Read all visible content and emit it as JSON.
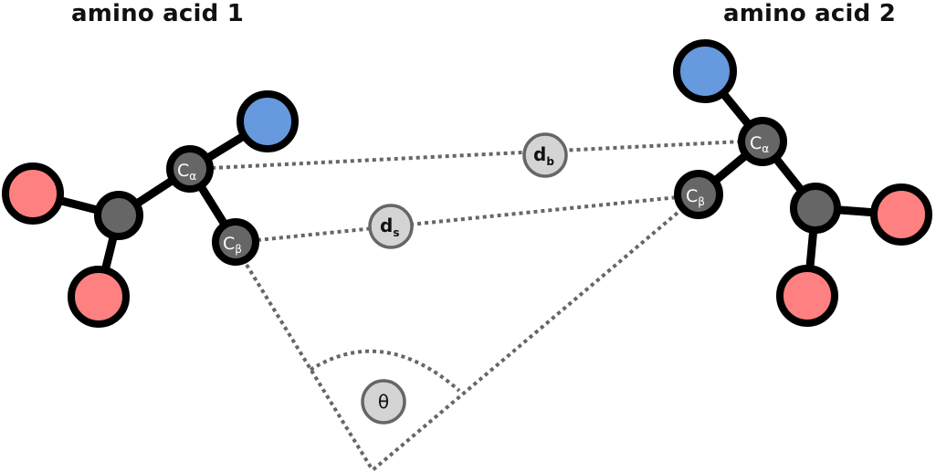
{
  "titles": {
    "left": "amino acid 1",
    "right": "amino acid 2"
  },
  "atoms": {
    "calpha": {
      "main": "C",
      "sub": "α"
    },
    "cbeta": {
      "main": "C",
      "sub": "β"
    }
  },
  "measures": {
    "backbone_distance": {
      "main": "d",
      "sub": "b"
    },
    "sidechain_distance": {
      "main": "d",
      "sub": "s"
    },
    "angle": "θ"
  },
  "colors": {
    "nitrogen": "#6699dd",
    "oxygen": "#ff8080",
    "carbon": "#666666",
    "measure_fill": "#d4d4d4",
    "dotted_line": "#666666"
  }
}
